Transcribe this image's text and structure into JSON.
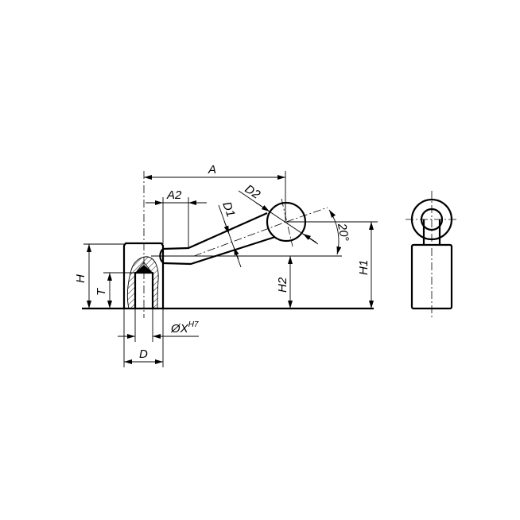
{
  "drawing": {
    "labels": {
      "A": "A",
      "A2": "A2",
      "D1": "D1",
      "D2": "D2",
      "angle": "20°",
      "H": "H",
      "T": "T",
      "H1": "H1",
      "H2": "H2",
      "X": "ØX",
      "X_tol": "H7",
      "D": "D"
    },
    "line_color": "#000000",
    "background": "#ffffff"
  }
}
